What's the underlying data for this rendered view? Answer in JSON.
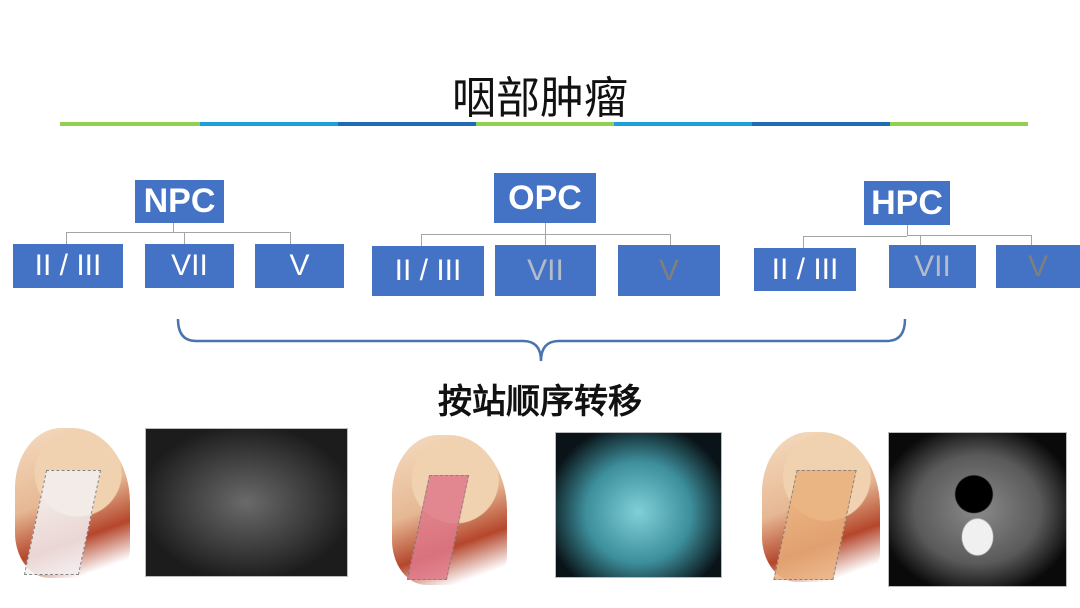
{
  "title": "咽部肿瘤",
  "colors": {
    "box": "#4472c4",
    "green": "#92d050",
    "light_blue": "#1ca0dc",
    "dark_blue": "#1f6bb5"
  },
  "groups": [
    {
      "label": "NPC",
      "children": [
        "II / III",
        "VII",
        "V"
      ]
    },
    {
      "label": "OPC",
      "children": [
        "II / III",
        "VII",
        "V"
      ]
    },
    {
      "label": "HPC",
      "children": [
        "II / III",
        "VII",
        "V"
      ]
    }
  ],
  "subtitle": "按站顺序转移"
}
